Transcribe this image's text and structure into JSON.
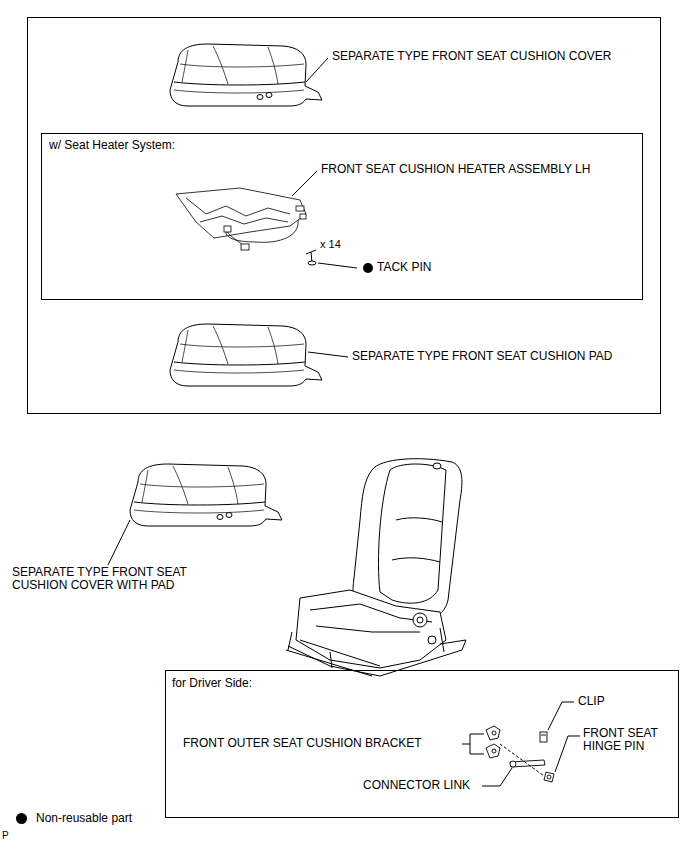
{
  "diagram": {
    "nodes": [
      {
        "text": [
          "SEPARATE TYPE FRONT SEAT CUSHION COVER",
          "SEPARATE TYPE FRONT SEAT CUSHION PAD"
        ]
      },
      {
        "text": [
          "w/ Seat Heater System:",
          "FRONT SEAT CUSHION HEATER ASSEMBLY LH",
          "x 14",
          "TACK PIN"
        ],
        "in": 0
      },
      {
        "text": [
          "for Driver Side:",
          "FRONT OUTER SEAT CUSHION BRACKET",
          "CLIP",
          "FRONT SEAT HINGE PIN",
          "CONNECTOR LINK"
        ]
      }
    ],
    "edges": [],
    "labels": [
      "SEPARATE TYPE FRONT SEAT CUSHION COVER WITH PAD",
      "P"
    ],
    "legend": [
      {
        "text": "Non-reusable part",
        "color": "#000000"
      }
    ]
  }
}
